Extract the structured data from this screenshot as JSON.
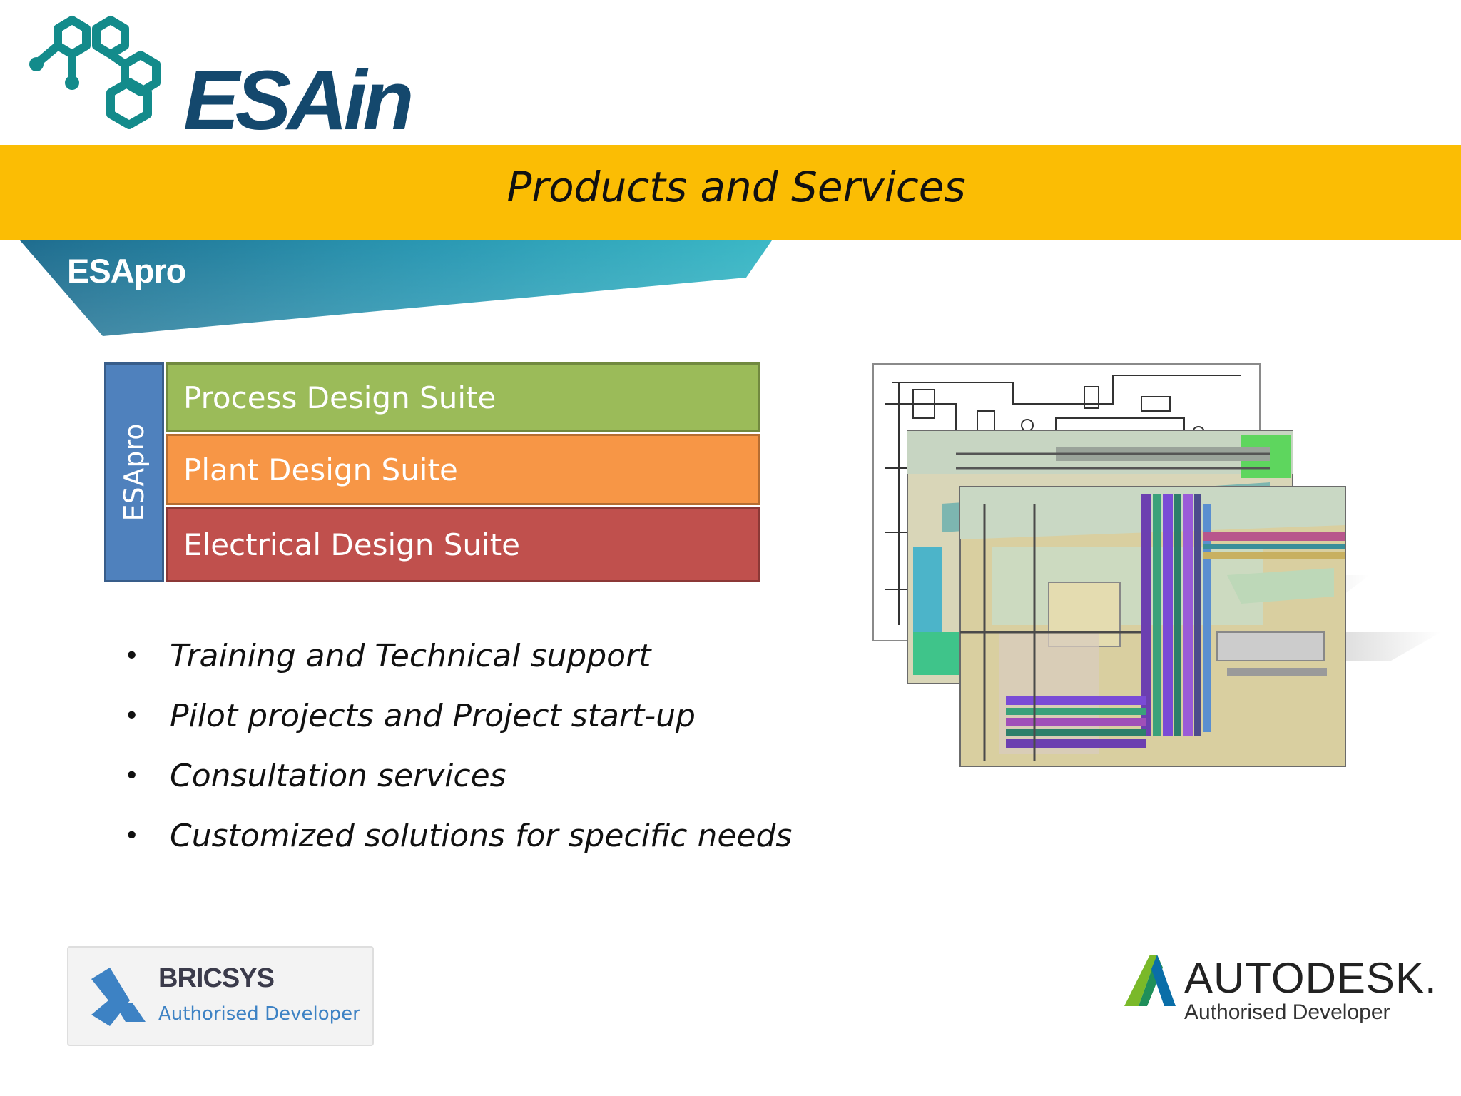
{
  "brand": {
    "logo_text": "ESAin",
    "logo_color": "#14486d",
    "hex_color": "#138b8b"
  },
  "header": {
    "title": "Products and Services",
    "band_color": "#fbbd04"
  },
  "section": {
    "label": "ESApro"
  },
  "product_stack": {
    "group_label": "ESApro",
    "suites": [
      {
        "label": "Process Design Suite",
        "color": "#9bbb59"
      },
      {
        "label": "Plant Design Suite",
        "color": "#f79646"
      },
      {
        "label": "Electrical Design Suite",
        "color": "#c0504d"
      }
    ]
  },
  "services": {
    "bullet": "•",
    "items": [
      "Training and Technical support",
      "Pilot projects and Project start-up",
      "Consultation services",
      "Customized solutions for specific needs"
    ]
  },
  "partners": {
    "bricsys": {
      "name": "BRICSYS",
      "subtitle": "Authorised Developer"
    },
    "autodesk": {
      "name": "AUTODESK.",
      "subtitle": "Authorised Developer"
    }
  }
}
